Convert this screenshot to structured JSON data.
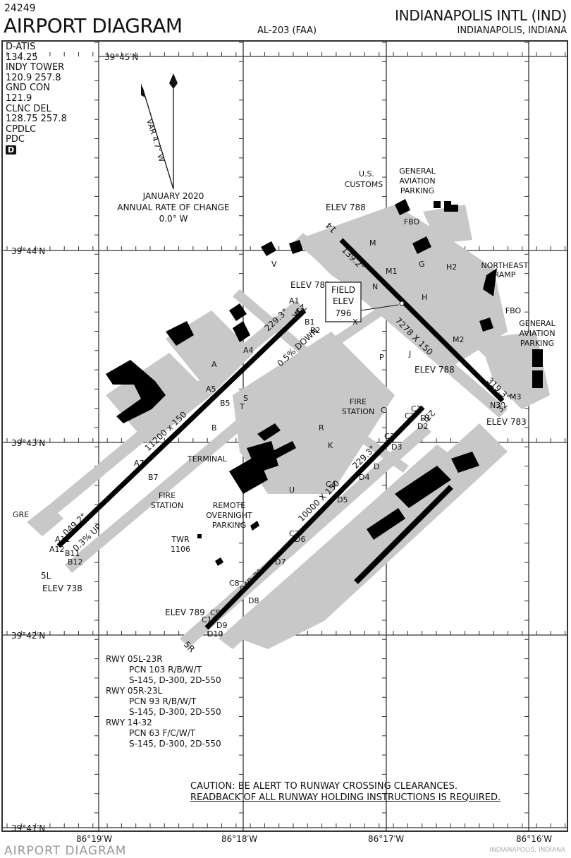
{
  "header": {
    "procedure_number": "24249",
    "title": "AIRPORT DIAGRAM",
    "chart_id": "AL-203 (FAA)",
    "airport_name": "INDIANAPOLIS INTL  (IND)",
    "city_state": "INDIANAPOLIS, INDIANA"
  },
  "frequencies": [
    "D-ATIS",
    "134.25",
    "INDY TOWER",
    "120.9 257.8",
    "GND CON",
    "121.9",
    "CLNC DEL",
    "128.75 257.8",
    "CPDLC",
    "PDC"
  ],
  "datalink_badge": "D",
  "magnetic": {
    "variation": "VAR 4.7° W",
    "date": "JANUARY 2020",
    "rate_label": "ANNUAL RATE OF CHANGE",
    "rate_value": "0.0° W"
  },
  "latitudes": [
    "39°45′N",
    "39°44′N",
    "39°43′N",
    "39°42′N",
    "39°41′N"
  ],
  "longitudes": [
    "86°19′W",
    "86°18′W",
    "86°17′W",
    "86°16′W"
  ],
  "runways": [
    {
      "id": "05L-23R",
      "ends": [
        "5L",
        "23R"
      ],
      "dimensions": "11200 x 150",
      "headings": [
        "049.2°",
        "229.3°"
      ],
      "gradient": [
        "0.3% UP",
        "0.5% DOWN"
      ],
      "elevations": [
        "ELEV 738",
        "ELEV 783"
      ]
    },
    {
      "id": "05R-23L",
      "ends": [
        "5R",
        "23L"
      ],
      "dimensions": "10000 X 150",
      "headings": [
        "049.3°",
        "229.3°"
      ],
      "elevations": [
        "ELEV 789",
        "ELEV 788"
      ]
    },
    {
      "id": "14-32",
      "ends": [
        "14",
        "32"
      ],
      "dimensions": "7278 X 150",
      "headings": [
        "139.2°",
        "319.3°"
      ],
      "elevations": [
        "ELEV 788",
        "ELEV 783"
      ]
    }
  ],
  "field_elevation": {
    "line1": "FIELD",
    "line2": "ELEV",
    "value": "796"
  },
  "labels": {
    "us_customs": [
      "U.S.",
      "CUSTOMS"
    ],
    "ga_parking_north": [
      "GENERAL",
      "AVIATION",
      "PARKING"
    ],
    "fbo_north": "FBO",
    "northeast_ramp": [
      "NORTHEAST",
      "RAMP"
    ],
    "fbo_east": "FBO",
    "ga_parking_east": [
      "GENERAL",
      "AVIATION",
      "PARKING"
    ],
    "fire_station_center": [
      "FIRE",
      "STATION"
    ],
    "terminal": "TERMINAL",
    "fire_station_west": [
      "FIRE",
      "STATION"
    ],
    "remote_parking": [
      "REMOTE",
      "OVERNIGHT",
      "PARKING"
    ],
    "tower": [
      "TWR",
      "1106"
    ],
    "gre": "GRE"
  },
  "taxiways": [
    "A",
    "A1",
    "A2",
    "A4",
    "A5",
    "A7",
    "A11",
    "A12",
    "B",
    "B1",
    "B2",
    "B5",
    "B7",
    "B11",
    "B12",
    "C",
    "C1",
    "C2",
    "C3",
    "C4",
    "C7",
    "C8",
    "C9",
    "C10",
    "D",
    "D1",
    "D2",
    "D3",
    "D4",
    "D5",
    "D6",
    "D7",
    "D8",
    "D9",
    "D10",
    "G",
    "H",
    "H2",
    "J",
    "K",
    "M",
    "M1",
    "M2",
    "M3",
    "N",
    "N3",
    "P",
    "R",
    "S",
    "T",
    "U",
    "V",
    "X"
  ],
  "pcn": [
    {
      "rwy": "RWY 05L-23R",
      "pcn": "PCN 103 R/B/W/T",
      "loads": "S-145, D-300, 2D-550"
    },
    {
      "rwy": "RWY 05R-23L",
      "pcn": "PCN 93 R/B/W/T",
      "loads": "S-145, D-300, 2D-550"
    },
    {
      "rwy": "RWY 14-32",
      "pcn": "PCN 63 F/C/W/T",
      "loads": "S-145, D-300, 2D-550"
    }
  ],
  "caution": {
    "line1": "CAUTION: BE ALERT TO RUNWAY CROSSING CLEARANCES.",
    "line2": "READBACK OF ALL RUNWAY HOLDING INSTRUCTIONS IS REQUIRED."
  },
  "footer": {
    "left": "AIRPORT DIAGRAM",
    "right": "INDIANAPOLIS, INDIANA"
  },
  "colors": {
    "pavement": "#c8c8c8",
    "runway": "#000000",
    "building": "#000000",
    "grid": "#333333"
  }
}
